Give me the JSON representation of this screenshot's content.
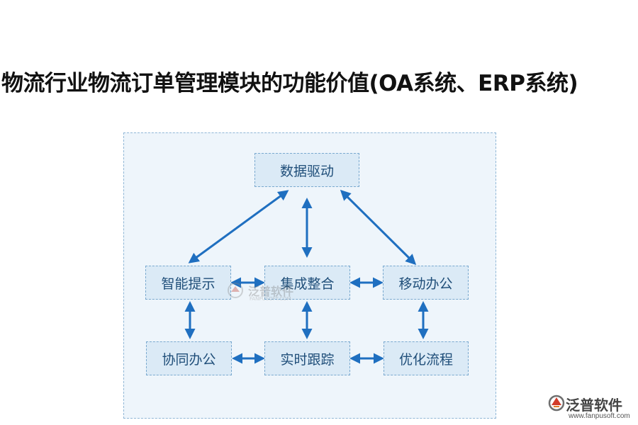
{
  "title": "物流行业物流订单管理模块的功能价值(OA系统、ERP系统)",
  "nodes": {
    "data_driven": "数据驱动",
    "smart_hint": "智能提示",
    "integration": "集成整合",
    "mobile_office": "移动办公",
    "collab_office": "协同办公",
    "realtime_tracking": "实时跟踪",
    "optimize_process": "优化流程"
  },
  "watermark": {
    "text": "泛普软件",
    "sub": "FANPUSOFT.COM"
  },
  "brand": {
    "name": "泛普软件",
    "url": "www.fanpusoft.com",
    "icon": "fanpu-logo-icon"
  },
  "colors": {
    "arrow": "#1f6fc0",
    "node_fill": "#dbeaf6",
    "node_border": "#7aa9cf",
    "node_text": "#1f4e79",
    "panel_fill": "#eef5fb"
  }
}
